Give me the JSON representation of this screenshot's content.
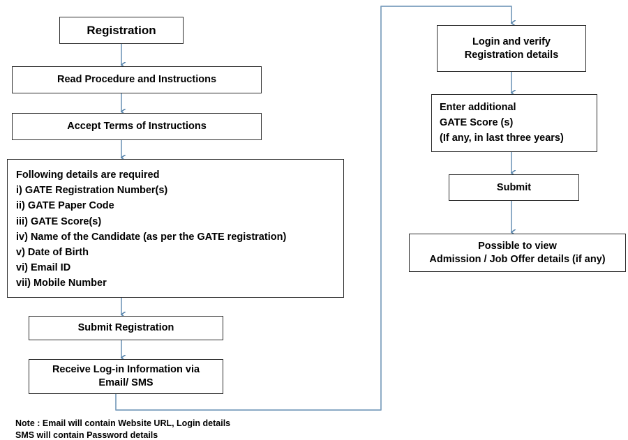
{
  "diagram": {
    "title": "GATE Registration and Login Process Flowchart",
    "accent_color": "#5B87AD",
    "box_border_color": "#2B2B2B",
    "background_color": "#FFFFFF"
  },
  "nodes": {
    "registration": "Registration",
    "read_procedure": "Read Procedure and Instructions",
    "accept_terms": "Accept Terms of Instructions",
    "details_required": "Following details are required\ni) GATE Registration Number(s)\nii) GATE Paper Code\niii) GATE Score(s)\niv) Name of the Candidate (as per the GATE registration)\nv) Date of Birth\nvi) Email ID\nvii) Mobile Number",
    "submit_registration": "Submit Registration",
    "receive_login": "Receive Log-in Information via\nEmail/ SMS",
    "login_verify": "Login and verify\nRegistration details",
    "enter_gate_scores": "Enter additional\nGATE Score (s)\n(If any, in last three years)",
    "submit": "Submit",
    "possible_view": "Possible to view\nAdmission / Job Offer details (if any)"
  },
  "note": "Note : Email will contain Website URL, Login details\nSMS will contain  Password details"
}
